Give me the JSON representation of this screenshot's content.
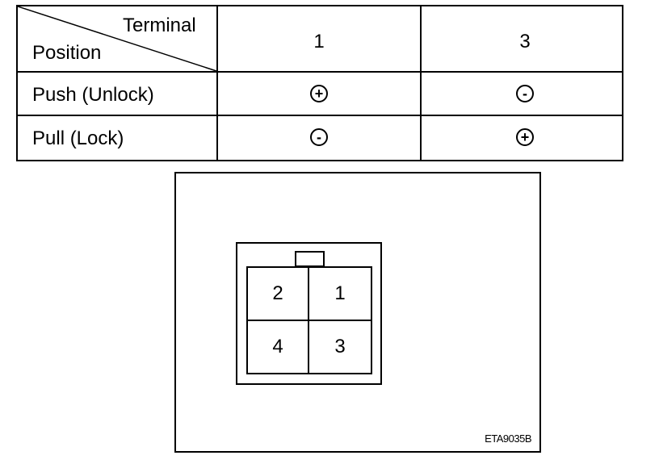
{
  "table": {
    "header_terminal": "Terminal",
    "header_position": "Position",
    "columns": [
      "1",
      "3"
    ],
    "rows": [
      {
        "label": "Push (Unlock)",
        "values": [
          "+",
          "-"
        ]
      },
      {
        "label": "Pull (Lock)",
        "values": [
          "-",
          "+"
        ]
      }
    ]
  },
  "connector": {
    "pins": [
      "2",
      "1",
      "4",
      "3"
    ]
  },
  "figure_code": "ETA9035B"
}
